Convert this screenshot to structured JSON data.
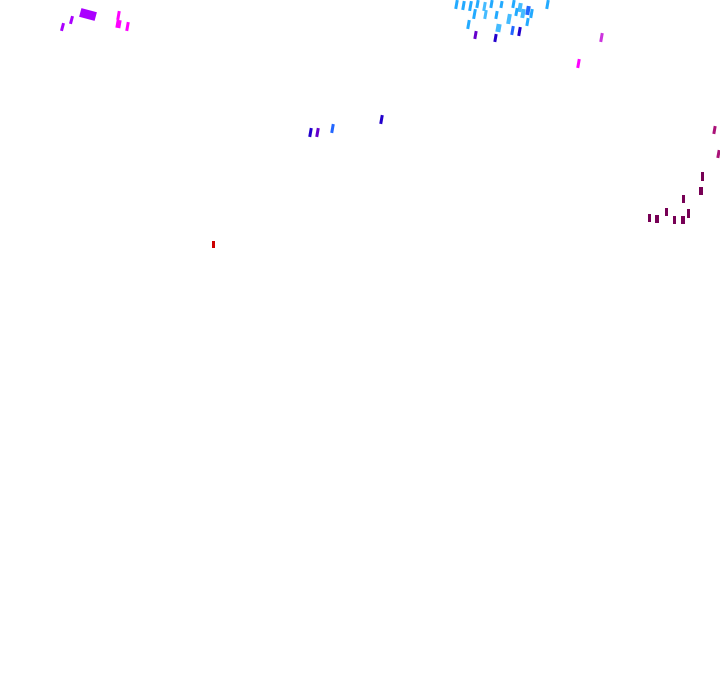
{
  "colors": {
    "background": "#ffffff",
    "violet": "#aa00ff",
    "magenta": "#ff00ff",
    "orchid": "#cc33dd",
    "cyan": "#22aaff",
    "sky": "#44bbff",
    "blue": "#2266ff",
    "navy": "#2200cc",
    "indigo": "#6600cc",
    "maroon": "#770055",
    "plum": "#aa1177",
    "red": "#cc0000"
  },
  "clusters": [
    {
      "name": "northwest-violet-cluster",
      "color_key": "violet"
    },
    {
      "name": "northwest-magenta-cluster",
      "color_key": "magenta"
    },
    {
      "name": "north-cyan-cluster",
      "color_key": "cyan"
    },
    {
      "name": "north-magenta-outliers",
      "color_key": "orchid"
    },
    {
      "name": "central-blue-cluster",
      "color_key": "navy"
    },
    {
      "name": "east-maroon-cluster",
      "color_key": "maroon"
    },
    {
      "name": "west-red-outlier",
      "color_key": "red"
    }
  ]
}
